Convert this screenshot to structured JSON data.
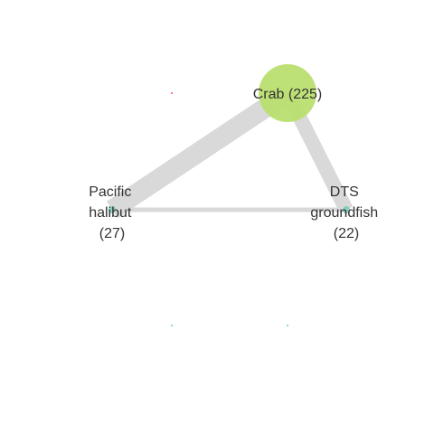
{
  "network": {
    "nodes": [
      {
        "id": "crab",
        "label_lines": [
          "Crab (225)"
        ],
        "value": 225,
        "color": "#b9df6f"
      },
      {
        "id": "pacific_halibut",
        "label_lines": [
          "Pacific",
          "halibut",
          "(27)"
        ],
        "value": 27,
        "color": "#6fc7b5"
      },
      {
        "id": "dts_groundfish",
        "label_lines": [
          "DTS",
          "groundfish",
          "(22)"
        ],
        "value": 22,
        "color": "#6fc7b5"
      }
    ],
    "edges": [
      {
        "source": "crab",
        "target": "pacific_halibut",
        "weight_level": "heavy"
      },
      {
        "source": "crab",
        "target": "dts_groundfish",
        "weight_level": "medium"
      },
      {
        "source": "pacific_halibut",
        "target": "dts_groundfish",
        "weight_level": "light"
      }
    ],
    "colors": {
      "edge": "#d9d9d9",
      "label": "#333333",
      "stray_red": "#ff4d6d",
      "stray_teal": "#3fbfb0"
    }
  }
}
